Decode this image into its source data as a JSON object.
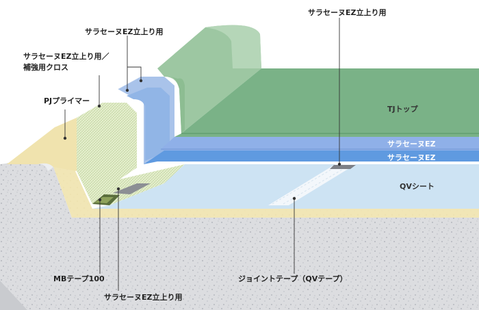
{
  "colors": {
    "concrete": "#dcdde0",
    "concrete_speck": "#a9acb4",
    "primer": "#f1e6b6",
    "mesh": "#e4eecb",
    "blue_light": "#a9c3ea",
    "blue_dark": "#7fa7df",
    "blue_thin": "#5f9ae0",
    "qv_sheet": "#cde3f3",
    "green_top": "#7ab287",
    "green_wall": "#9dc7a2",
    "leader": "#333333",
    "label_text": "#222222"
  },
  "labels": {
    "top_right_ez": "サラセーヌEZ立上り用",
    "top_center_ez": "サラセーヌEZ立上り用",
    "ez_reinforce_line1": "サラセーヌEZ立上り用／",
    "ez_reinforce_line2": "補強用クロス",
    "pj_primer": "PJプライマー",
    "tj_top": "TJトップ",
    "ez_1": "サラセーヌEZ",
    "ez_2": "サラセーヌEZ",
    "qv_sheet": "QVシート",
    "mb_tape": "MBテープ100",
    "joint_tape": "ジョイントテープ（QVテープ）",
    "bottom_ez": "サラセーヌEZ立上り用"
  }
}
